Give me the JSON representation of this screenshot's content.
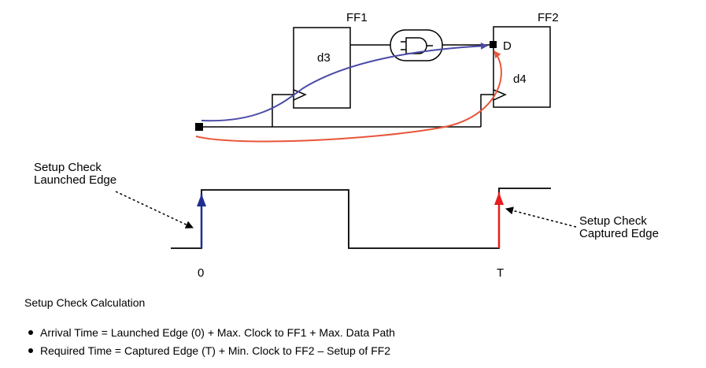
{
  "circuit": {
    "ff1_label": "FF1",
    "ff1_delay": "d3",
    "ff2_label": "FF2",
    "ff2_delay": "d4",
    "ff2_d_pin": "D",
    "gate_icon": "and-gate-icon"
  },
  "waveform": {
    "launched_edge_label": [
      "Setup Check",
      "Launched Edge"
    ],
    "captured_edge_label": [
      "Setup Check",
      "Captured Edge"
    ],
    "time_zero": "0",
    "time_t": "T"
  },
  "colors": {
    "data_path": "#4b4ba8",
    "clock_path": "#e8553a",
    "launch_arrow": "#1f2f8f",
    "capture_arrow": "#e51f1f"
  },
  "calculation": {
    "title": "Setup Check Calculation",
    "items": [
      "Arrival Time = Launched Edge (0) + Max. Clock to FF1 + Max. Data Path",
      "Required Time = Captured Edge (T) + Min. Clock to FF2 – Setup of FF2"
    ]
  }
}
